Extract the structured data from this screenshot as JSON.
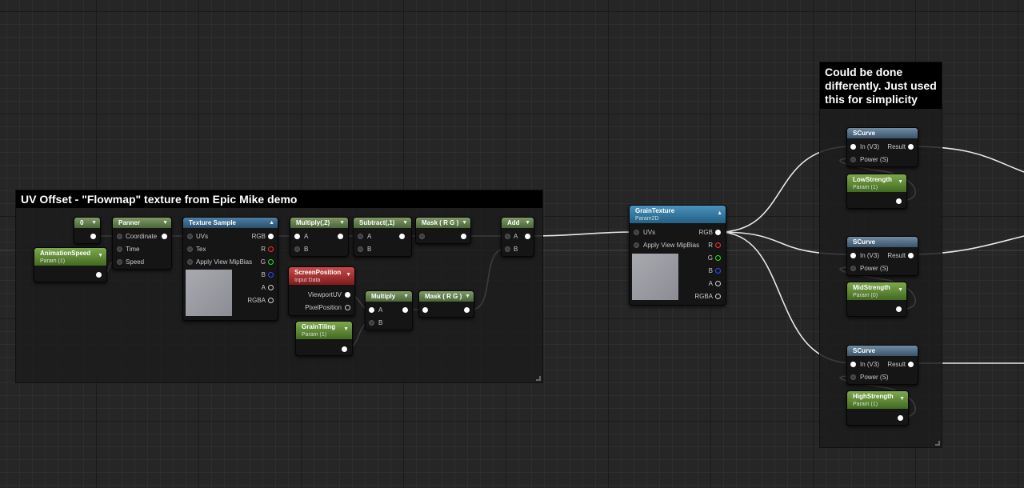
{
  "comments": {
    "uv_offset": "UV Offset - \"Flowmap\" texture from Epic Mike demo",
    "note": "Could be done differently. Just used this for simplicity"
  },
  "nodes": {
    "constant": {
      "title": "0"
    },
    "panner": {
      "title": "Panner",
      "pins": [
        "Coordinate",
        "Time",
        "Speed"
      ]
    },
    "texture_sample": {
      "title": "Texture Sample",
      "inputs": [
        "UVs",
        "Tex",
        "Apply View MipBias"
      ],
      "outputs": [
        "RGB",
        "R",
        "G",
        "B",
        "A",
        "RGBA"
      ]
    },
    "multiply_2": {
      "title": "Multiply(,2)",
      "pins": [
        "A",
        "B"
      ]
    },
    "subtract_1": {
      "title": "Subtract(,1)",
      "pins": [
        "A",
        "B"
      ]
    },
    "mask_rg_1": {
      "title": "Mask ( R G )"
    },
    "add": {
      "title": "Add",
      "pins": [
        "A",
        "B"
      ]
    },
    "animation_speed": {
      "title": "AnimationSpeed",
      "subtitle": "Param (1)"
    },
    "screen_position": {
      "title": "ScreenPosition",
      "subtitle": "Input Data",
      "outputs": [
        "ViewportUV",
        "PixelPosition"
      ]
    },
    "multiply": {
      "title": "Multiply",
      "pins": [
        "A",
        "B"
      ]
    },
    "mask_rg_2": {
      "title": "Mask ( R G )"
    },
    "grain_tiling": {
      "title": "GrainTiling",
      "subtitle": "Param (1)"
    },
    "grain_texture": {
      "title": "GrainTexture",
      "subtitle": "Param2D",
      "inputs": [
        "UVs",
        "Apply View MipBias"
      ],
      "outputs": [
        "RGB",
        "R",
        "G",
        "B",
        "A",
        "RGBA"
      ]
    },
    "scurve_1": {
      "title": "SCurve",
      "in": "In (V3)",
      "power": "Power (S)",
      "result": "Result"
    },
    "low_strength": {
      "title": "LowStrength",
      "subtitle": "Param (1)"
    },
    "scurve_2": {
      "title": "SCurve",
      "in": "In (V3)",
      "power": "Power (S)",
      "result": "Result"
    },
    "mid_strength": {
      "title": "MidStrength",
      "subtitle": "Param (0)"
    },
    "scurve_3": {
      "title": "SCurve",
      "in": "In (V3)",
      "power": "Power (S)",
      "result": "Result"
    },
    "high_strength": {
      "title": "HighStrength",
      "subtitle": "Param (1)"
    }
  },
  "colors": {
    "background": "#262626",
    "constant_header": "#5f7f47",
    "param_header": "#5b8a35",
    "function_header": "#3f6a8b",
    "input_data_header": "#a02c2c",
    "wire": "#e6e6e6"
  }
}
